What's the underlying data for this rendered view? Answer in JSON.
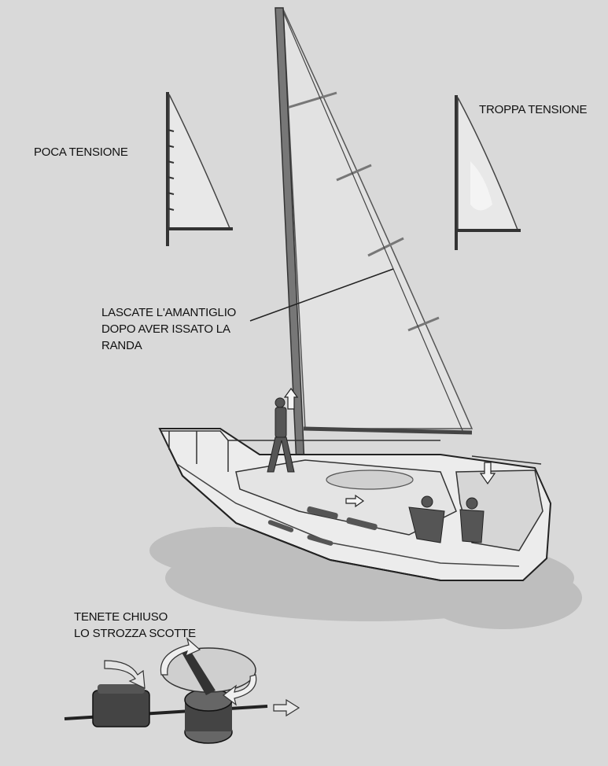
{
  "labels": {
    "poca_tensione": "POCA TENSIONE",
    "troppa_tensione": "TROPPA TENSIONE",
    "lascate": [
      "LASCATE L'AMANTIGLIO",
      "DOPO AVER ISSATO LA",
      "RANDA"
    ],
    "tenete": [
      "TENETE CHIUSO",
      "LO STROZZA SCOTTE"
    ]
  },
  "colors": {
    "background": "#d9d9d9",
    "sail": "#e4e4e4",
    "line": "#222222",
    "hull": "#eeeeee",
    "water": "#9a9a9a"
  }
}
